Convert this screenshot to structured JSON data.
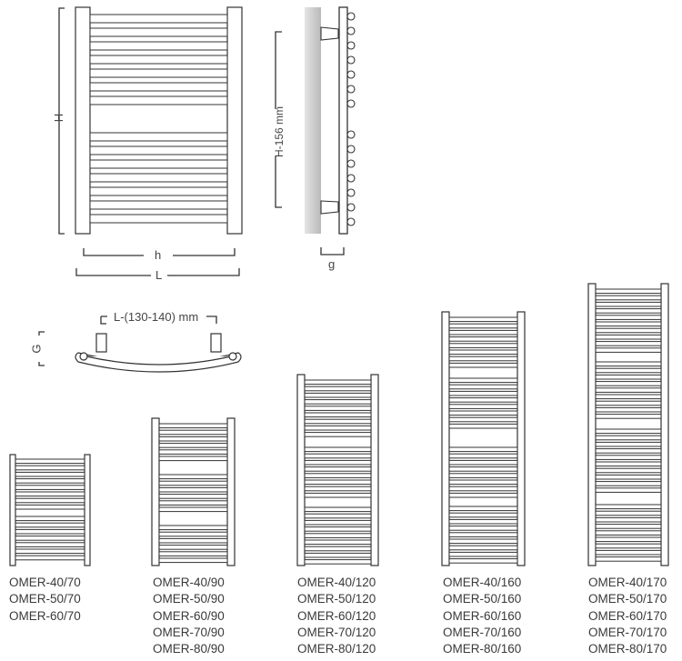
{
  "dimensions": {
    "H": "H",
    "h": "h",
    "L": "L",
    "g": "g",
    "G": "G",
    "axis_spacing": "H-156 mm",
    "top_spacing": "L-(130-140) mm"
  },
  "models": [
    {
      "height": "70",
      "variants": [
        "OMER-40/70",
        "OMER-50/70",
        "OMER-60/70"
      ]
    },
    {
      "height": "90",
      "variants": [
        "OMER-40/90",
        "OMER-50/90",
        "OMER-60/90",
        "OMER-70/90",
        "OMER-80/90"
      ]
    },
    {
      "height": "120",
      "variants": [
        "OMER-40/120",
        "OMER-50/120",
        "OMER-60/120",
        "OMER-70/120",
        "OMER-80/120"
      ]
    },
    {
      "height": "160",
      "variants": [
        "OMER-40/160",
        "OMER-50/160",
        "OMER-60/160",
        "OMER-70/160",
        "OMER-80/160"
      ]
    },
    {
      "height": "170",
      "variants": [
        "OMER-40/170",
        "OMER-50/170",
        "OMER-60/170",
        "OMER-70/170",
        "OMER-80/170"
      ]
    }
  ],
  "colors": {
    "line": "#333333",
    "wall": "#c8c8c8"
  }
}
